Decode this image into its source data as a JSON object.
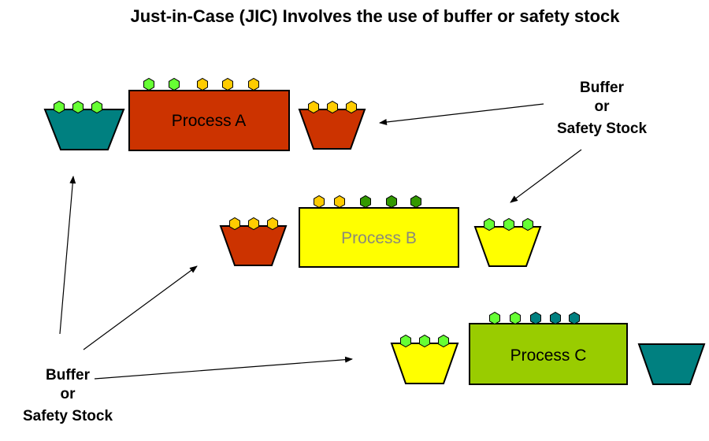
{
  "title": "Just-in-Case (JIC) Involves the use of buffer or safety stock",
  "processes": {
    "a": {
      "label": "Process A",
      "fill": "#cc3300",
      "text_color": "#000000"
    },
    "b": {
      "label": "Process B",
      "fill": "#ffff00",
      "text_color": "#8a8a7a"
    },
    "c": {
      "label": "Process C",
      "fill": "#99cc00",
      "text_color": "#000000"
    }
  },
  "callout_right": {
    "line1": "Buffer",
    "line2": "or",
    "line3": "Safety Stock"
  },
  "callout_left": {
    "line1": "Buffer",
    "line2": "or",
    "line3": "Safety Stock"
  },
  "colors": {
    "teal": "#008080",
    "red": "#cc3300",
    "yellow": "#ffff00",
    "green": "#99cc00",
    "light_green": "#66ff33",
    "dark_green": "#339900",
    "yellow_hex": "#ffcc00",
    "outline": "#000000"
  },
  "icons": [
    "hexagon-part-icon",
    "trapezoid-bin-icon",
    "arrow-icon"
  ]
}
